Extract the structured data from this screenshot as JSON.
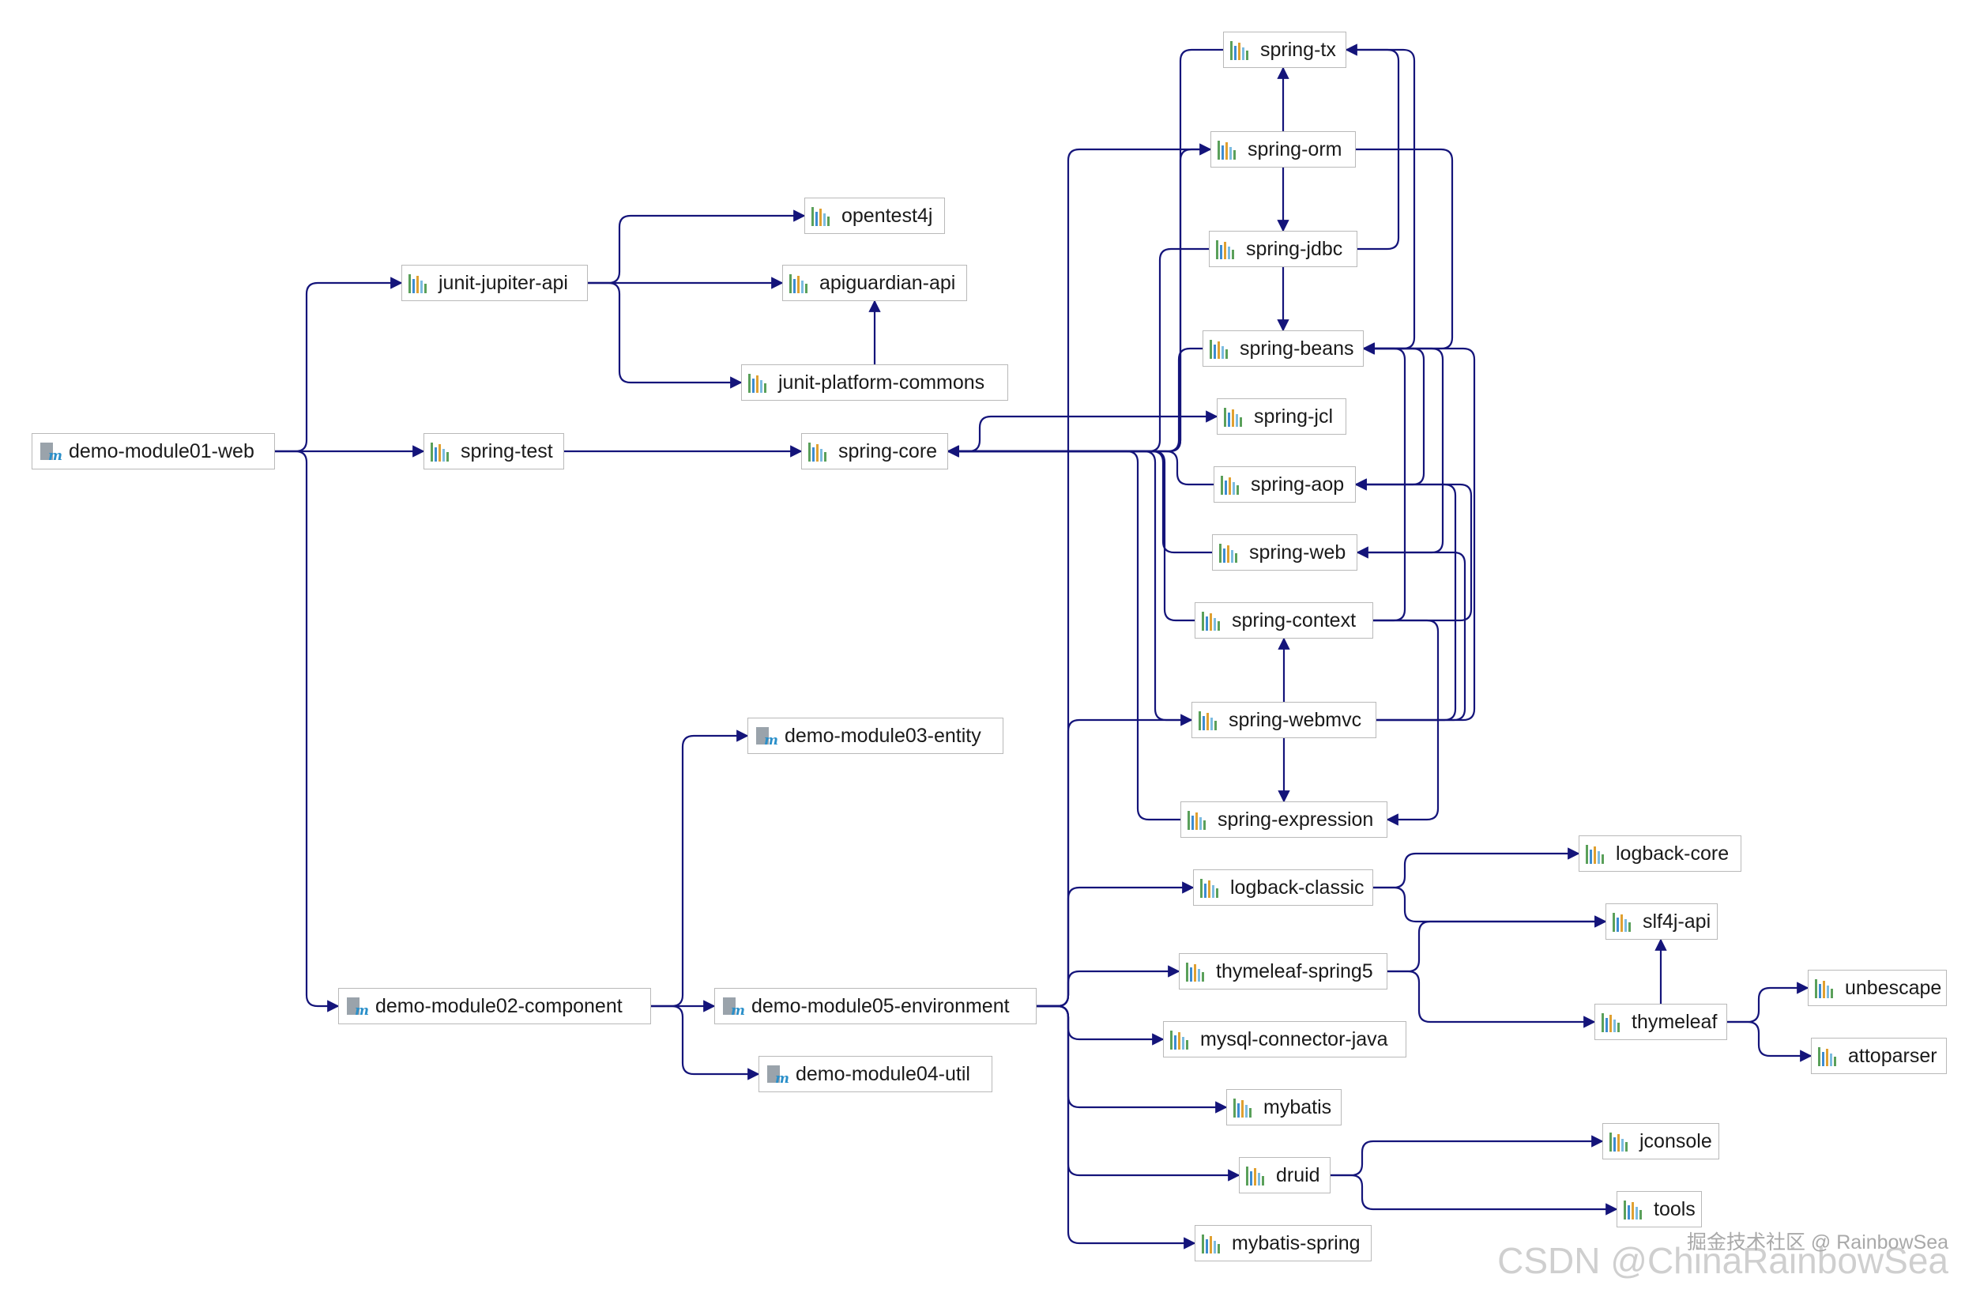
{
  "diagram": {
    "nodes": [
      {
        "id": "demo-module01-web",
        "label": "demo-module01-web",
        "kind": "module"
      },
      {
        "id": "junit-jupiter-api",
        "label": "junit-jupiter-api",
        "kind": "library"
      },
      {
        "id": "opentest4j",
        "label": "opentest4j",
        "kind": "library"
      },
      {
        "id": "apiguardian-api",
        "label": "apiguardian-api",
        "kind": "library"
      },
      {
        "id": "junit-platform-commons",
        "label": "junit-platform-commons",
        "kind": "library"
      },
      {
        "id": "spring-test",
        "label": "spring-test",
        "kind": "library"
      },
      {
        "id": "spring-core",
        "label": "spring-core",
        "kind": "library"
      },
      {
        "id": "spring-tx",
        "label": "spring-tx",
        "kind": "library"
      },
      {
        "id": "spring-orm",
        "label": "spring-orm",
        "kind": "library"
      },
      {
        "id": "spring-jdbc",
        "label": "spring-jdbc",
        "kind": "library"
      },
      {
        "id": "spring-beans",
        "label": "spring-beans",
        "kind": "library"
      },
      {
        "id": "spring-jcl",
        "label": "spring-jcl",
        "kind": "library"
      },
      {
        "id": "spring-aop",
        "label": "spring-aop",
        "kind": "library"
      },
      {
        "id": "spring-web",
        "label": "spring-web",
        "kind": "library"
      },
      {
        "id": "spring-context",
        "label": "spring-context",
        "kind": "library"
      },
      {
        "id": "spring-webmvc",
        "label": "spring-webmvc",
        "kind": "library"
      },
      {
        "id": "spring-expression",
        "label": "spring-expression",
        "kind": "library"
      },
      {
        "id": "demo-module03-entity",
        "label": "demo-module03-entity",
        "kind": "module"
      },
      {
        "id": "demo-module02-component",
        "label": "demo-module02-component",
        "kind": "module"
      },
      {
        "id": "demo-module05-environment",
        "label": "demo-module05-environment",
        "kind": "module"
      },
      {
        "id": "demo-module04-util",
        "label": "demo-module04-util",
        "kind": "module"
      },
      {
        "id": "logback-classic",
        "label": "logback-classic",
        "kind": "library"
      },
      {
        "id": "logback-core",
        "label": "logback-core",
        "kind": "library"
      },
      {
        "id": "slf4j-api",
        "label": "slf4j-api",
        "kind": "library"
      },
      {
        "id": "thymeleaf-spring5",
        "label": "thymeleaf-spring5",
        "kind": "library"
      },
      {
        "id": "thymeleaf",
        "label": "thymeleaf",
        "kind": "library"
      },
      {
        "id": "unbescape",
        "label": "unbescape",
        "kind": "library"
      },
      {
        "id": "attoparser",
        "label": "attoparser",
        "kind": "library"
      },
      {
        "id": "mysql-connector-java",
        "label": "mysql-connector-java",
        "kind": "library"
      },
      {
        "id": "mybatis",
        "label": "mybatis",
        "kind": "library"
      },
      {
        "id": "druid",
        "label": "druid",
        "kind": "library"
      },
      {
        "id": "jconsole",
        "label": "jconsole",
        "kind": "library"
      },
      {
        "id": "tools",
        "label": "tools",
        "kind": "library"
      },
      {
        "id": "mybatis-spring",
        "label": "mybatis-spring",
        "kind": "library"
      }
    ],
    "edges": [
      [
        "demo-module01-web",
        "junit-jupiter-api"
      ],
      [
        "demo-module01-web",
        "spring-test"
      ],
      [
        "demo-module01-web",
        "demo-module02-component"
      ],
      [
        "junit-jupiter-api",
        "opentest4j"
      ],
      [
        "junit-jupiter-api",
        "apiguardian-api"
      ],
      [
        "junit-jupiter-api",
        "junit-platform-commons"
      ],
      [
        "junit-platform-commons",
        "apiguardian-api"
      ],
      [
        "spring-test",
        "spring-core"
      ],
      [
        "spring-core",
        "spring-jcl"
      ],
      [
        "spring-tx",
        "spring-core"
      ],
      [
        "spring-tx",
        "spring-beans"
      ],
      [
        "spring-orm",
        "spring-tx"
      ],
      [
        "spring-orm",
        "spring-jdbc"
      ],
      [
        "spring-orm",
        "spring-core"
      ],
      [
        "spring-orm",
        "spring-beans"
      ],
      [
        "spring-jdbc",
        "spring-beans"
      ],
      [
        "spring-jdbc",
        "spring-core"
      ],
      [
        "spring-jdbc",
        "spring-tx"
      ],
      [
        "spring-beans",
        "spring-core"
      ],
      [
        "spring-aop",
        "spring-beans"
      ],
      [
        "spring-aop",
        "spring-core"
      ],
      [
        "spring-web",
        "spring-beans"
      ],
      [
        "spring-web",
        "spring-core"
      ],
      [
        "spring-context",
        "spring-aop"
      ],
      [
        "spring-context",
        "spring-beans"
      ],
      [
        "spring-context",
        "spring-core"
      ],
      [
        "spring-context",
        "spring-expression"
      ],
      [
        "spring-webmvc",
        "spring-context"
      ],
      [
        "spring-webmvc",
        "spring-expression"
      ],
      [
        "spring-webmvc",
        "spring-aop"
      ],
      [
        "spring-webmvc",
        "spring-web"
      ],
      [
        "spring-webmvc",
        "spring-beans"
      ],
      [
        "spring-webmvc",
        "spring-core"
      ],
      [
        "spring-expression",
        "spring-core"
      ],
      [
        "demo-module02-component",
        "demo-module03-entity"
      ],
      [
        "demo-module02-component",
        "demo-module05-environment"
      ],
      [
        "demo-module02-component",
        "demo-module04-util"
      ],
      [
        "demo-module05-environment",
        "spring-orm"
      ],
      [
        "demo-module05-environment",
        "spring-webmvc"
      ],
      [
        "demo-module05-environment",
        "logback-classic"
      ],
      [
        "demo-module05-environment",
        "thymeleaf-spring5"
      ],
      [
        "demo-module05-environment",
        "mysql-connector-java"
      ],
      [
        "demo-module05-environment",
        "mybatis"
      ],
      [
        "demo-module05-environment",
        "druid"
      ],
      [
        "demo-module05-environment",
        "mybatis-spring"
      ],
      [
        "logback-classic",
        "logback-core"
      ],
      [
        "logback-classic",
        "slf4j-api"
      ],
      [
        "thymeleaf-spring5",
        "slf4j-api"
      ],
      [
        "thymeleaf-spring5",
        "thymeleaf"
      ],
      [
        "thymeleaf",
        "slf4j-api"
      ],
      [
        "thymeleaf",
        "unbescape"
      ],
      [
        "thymeleaf",
        "attoparser"
      ],
      [
        "druid",
        "jconsole"
      ],
      [
        "druid",
        "tools"
      ]
    ],
    "colors": {
      "edge": "#14147a",
      "node_border": "#b9b9b9",
      "bar_colors": [
        "#5aa05a",
        "#3c8cd2",
        "#e0a030",
        "#7bbbe0"
      ]
    }
  },
  "watermark": {
    "line1": "掘金技术社区 @ RainbowSea",
    "line2": "CSDN @ChinaRainbowSea"
  }
}
